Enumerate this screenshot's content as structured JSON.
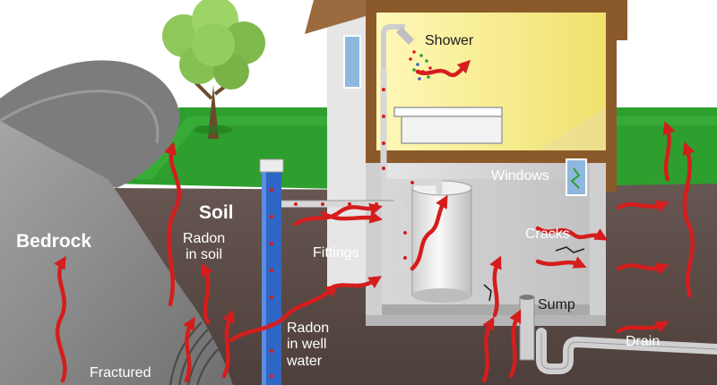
{
  "labels": {
    "shower": "Shower",
    "windows": "Windows",
    "cracks": "Cracks",
    "fittings": "Fittings",
    "sump": "Sump",
    "drain": "Drain",
    "soil": "Soil",
    "bedrock": "Bedrock",
    "radon_in_soil_1": "Radon",
    "radon_in_soil_2": "in soil",
    "radon_in_well_1": "Radon",
    "radon_in_well_2": "in well",
    "radon_in_well_3": "water",
    "fractured": "Fractured"
  },
  "colors": {
    "radon_arrow": "#d51d1d",
    "soil": "#5a4a46",
    "bedrock": "#8a8a8a",
    "grass": "#2e9e2e",
    "well_water": "#2f66c4",
    "house_wall": "#f3f3f3",
    "room_interior": "#f7ee8a",
    "basement": "#d9d9d9",
    "pipe": "#d7d7d7"
  }
}
